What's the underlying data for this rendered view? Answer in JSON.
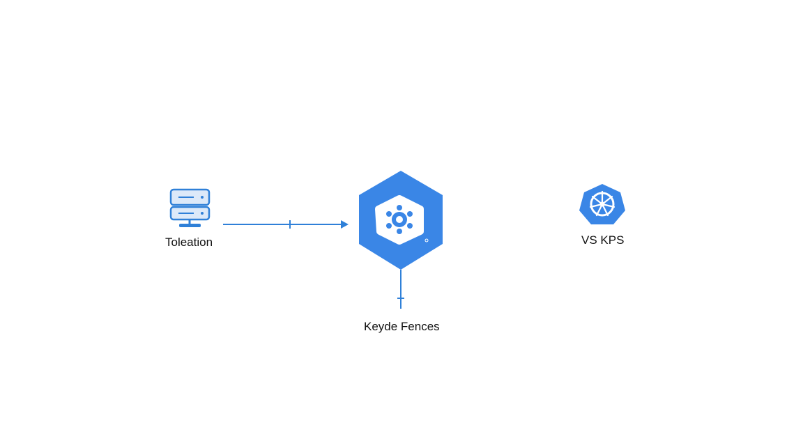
{
  "colors": {
    "accent": "#2f80d8",
    "hex_fill": "#3a86e6",
    "server_fill": "#dce9f9",
    "icon_white": "#ffffff",
    "text": "#111111"
  },
  "nodes": [
    {
      "id": "toleation",
      "label": "Toleation",
      "icon": "server-icon"
    },
    {
      "id": "keyde_fences",
      "label": "Keyde Fences",
      "icon": "kubernetes-wheel-icon"
    },
    {
      "id": "vs_kps",
      "label": "VS KPS",
      "icon": "kubernetes-logo-icon"
    }
  ],
  "edges": [
    {
      "from": "toleation",
      "to": "keyde_fences",
      "arrow": true
    },
    {
      "from": "keyde_fences",
      "to": "",
      "arrow": false
    }
  ]
}
